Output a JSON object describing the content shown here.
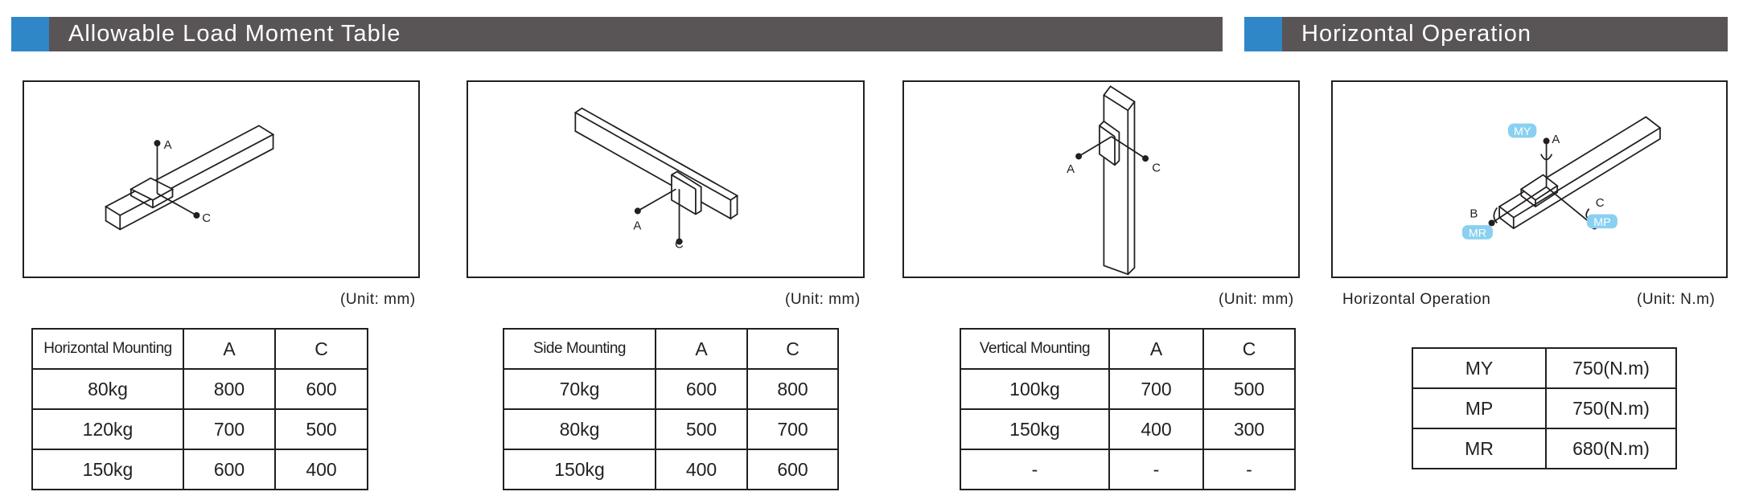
{
  "sections": {
    "load_moment_title": "Allowable Load Moment Table",
    "horizontal_operation_title": "Horizontal Operation"
  },
  "colors": {
    "accent": "#2f87c8",
    "banner": "#595556",
    "moment_label": "#8ad0f0"
  },
  "diagrams": {
    "horizontal": {
      "label_a": "A",
      "label_c": "C",
      "unit": "(Unit: mm)"
    },
    "side": {
      "label_a": "A",
      "label_c": "C",
      "unit": "(Unit: mm)"
    },
    "vertical": {
      "label_a": "A",
      "label_c": "C",
      "unit": "(Unit: mm)"
    },
    "operation": {
      "label_a": "A",
      "label_b": "B",
      "label_c": "C",
      "my": "MY",
      "mp": "MP",
      "mr": "MR",
      "caption": "Horizontal Operation",
      "unit": "(Unit: N.m)"
    }
  },
  "tables": {
    "horizontal": {
      "headers": [
        "Horizontal Mounting",
        "A",
        "C"
      ],
      "rows": [
        [
          "80kg",
          "800",
          "600"
        ],
        [
          "120kg",
          "700",
          "500"
        ],
        [
          "150kg",
          "600",
          "400"
        ]
      ]
    },
    "side": {
      "headers": [
        "Side Mounting",
        "A",
        "C"
      ],
      "rows": [
        [
          "70kg",
          "600",
          "800"
        ],
        [
          "80kg",
          "500",
          "700"
        ],
        [
          "150kg",
          "400",
          "600"
        ]
      ]
    },
    "vertical": {
      "headers": [
        "Vertical Mounting",
        "A",
        "C"
      ],
      "rows": [
        [
          "100kg",
          "700",
          "500"
        ],
        [
          "150kg",
          "400",
          "300"
        ],
        [
          "-",
          "-",
          "-"
        ]
      ]
    },
    "operation": {
      "rows": [
        [
          "MY",
          "750(N.m)"
        ],
        [
          "MP",
          "750(N.m)"
        ],
        [
          "MR",
          "680(N.m)"
        ]
      ]
    }
  }
}
